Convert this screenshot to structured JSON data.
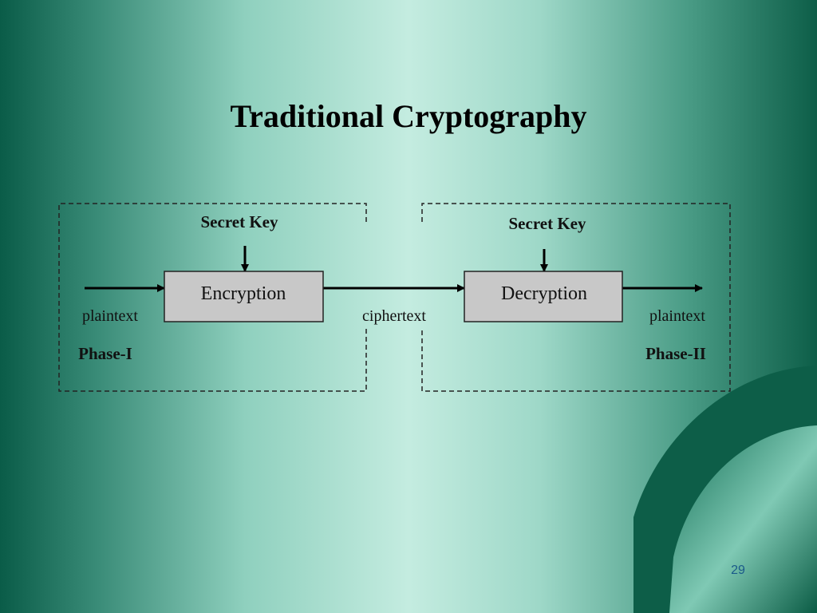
{
  "slide": {
    "title": "Traditional Cryptography",
    "page_number": "29"
  },
  "diagram": {
    "left_phase": {
      "key_label": "Secret Key",
      "box_label": "Encryption",
      "input_label": "plaintext",
      "phase_label": "Phase-I"
    },
    "middle_label": "ciphertext",
    "right_phase": {
      "key_label": "Secret Key",
      "box_label": "Decryption",
      "output_label": "plaintext",
      "phase_label": "Phase-II"
    }
  },
  "colors": {
    "box_fill": "#c8c8c8",
    "box_stroke": "#222222",
    "page_number": "#1a5a8a"
  }
}
